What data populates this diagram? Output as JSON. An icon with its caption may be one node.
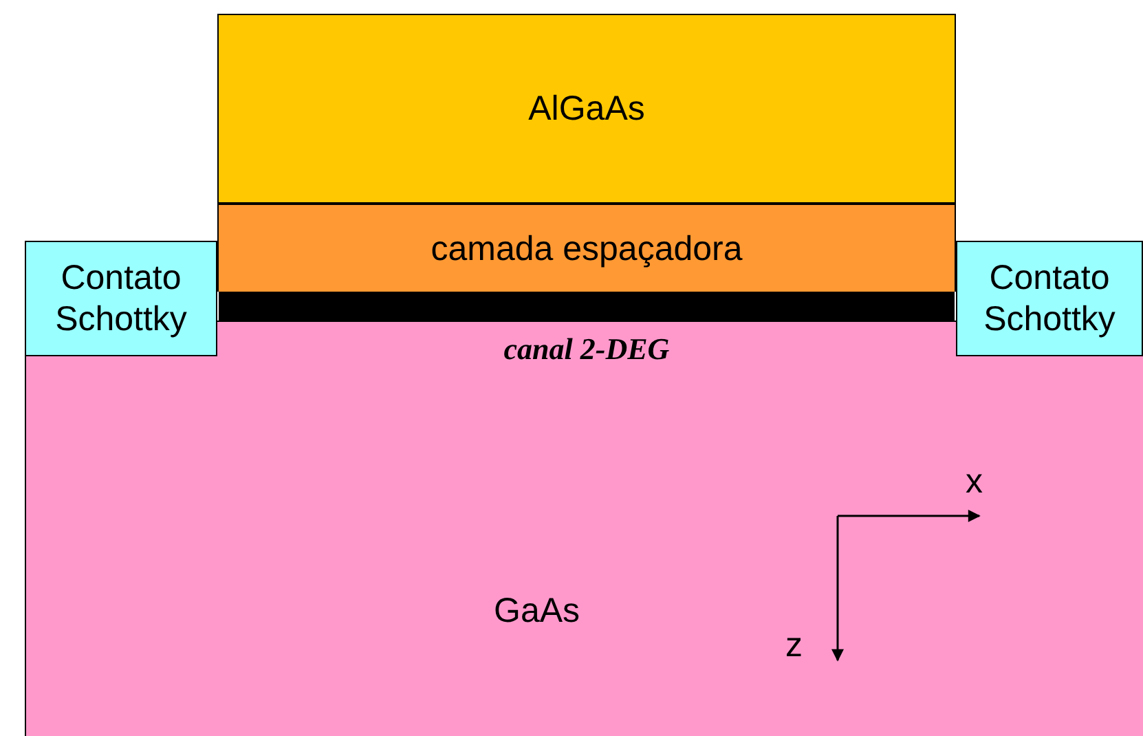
{
  "diagram": {
    "nodes": [
      {
        "text": [
          "AlGaAs"
        ]
      },
      {
        "text": [
          "camada espaçadora"
        ]
      },
      {
        "text": [
          "Contato Schottky"
        ]
      },
      {
        "text": [],
        "shape": "bar",
        "beside": [
          "canal 2-DEG"
        ]
      },
      {
        "text": [
          "Contato Schottky"
        ]
      },
      {
        "text": [
          "GaAs"
        ]
      }
    ],
    "edges": [],
    "labels": [
      "x",
      "z"
    ]
  }
}
